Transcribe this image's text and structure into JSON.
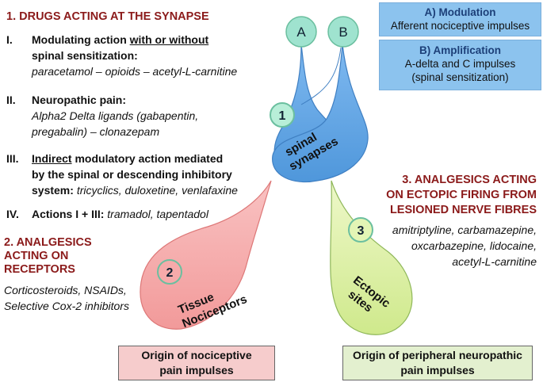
{
  "section1": {
    "title": "1. DRUGS ACTING AT THE SYNAPSE",
    "items": [
      {
        "num": "I.",
        "l1_plain": "Modulating action ",
        "l1_under": "with or without",
        "l2": "spinal sensitization:",
        "l3": "paracetamol – opioids – acetyl-L-carnitine"
      },
      {
        "num": "II.",
        "l1": "Neuropathic pain:",
        "l2": "Alpha2 Delta ligands (gabapentin,",
        "l3": "pregabalin) – clonazepam"
      },
      {
        "num": "III.",
        "l1_under": "Indirect",
        "l1_plain": " modulatory action mediated",
        "l2": "by the spinal or descending inhibitory",
        "l3_bold": "system: ",
        "l3_it": " tricyclics, duloxetine, venlafaxine"
      },
      {
        "num": "IV.",
        "l1_bold": "Actions I + III: ",
        "l1_it": " tramadol, tapentadol"
      }
    ]
  },
  "section2": {
    "title_lines": [
      "2. ANALGESICS",
      "ACTING ON",
      "RECEPTORS"
    ],
    "drug_lines": [
      "Corticosteroids, NSAIDs,",
      "Selective Cox-2 inhibitors"
    ]
  },
  "section3": {
    "title_lines": [
      "3. ANALGESICS ACTING",
      "ON ECTOPIC FIRING FROM",
      "LESIONED NERVE FIBRES"
    ],
    "drug_lines": [
      "amitriptyline, carbamazepine,",
      "oxcarbazepine, lidocaine,",
      "acetyl-L-carnitine"
    ]
  },
  "modulation": {
    "title": "A) Modulation",
    "text": "Afferent nociceptive impulses"
  },
  "amplification": {
    "title": "B) Amplification",
    "line1": "A-delta and C impulses",
    "line2": "(spinal sensitization)"
  },
  "nodes": {
    "A": "A",
    "B": "B",
    "n1": "1",
    "n2": "2",
    "n3": "3",
    "spinal_1": "spinal",
    "spinal_2": "synapses",
    "tissue_1": "Tissue",
    "tissue_2": "Nociceptors",
    "ectopic_1": "Ectopic",
    "ectopic_2": "sites"
  },
  "origins": {
    "left_1": "Origin of nociceptive",
    "left_2": "pain impulses",
    "right_1": "Origin of peripheral neuropathic",
    "right_2": "pain impulses"
  },
  "colors": {
    "blue_fill": "#5aa3e6",
    "pink_fill": "#f6aaaa",
    "green_fill": "#d7ee9a",
    "node_fill": "#9fe3cf",
    "title_red": "#8b1a1a"
  }
}
